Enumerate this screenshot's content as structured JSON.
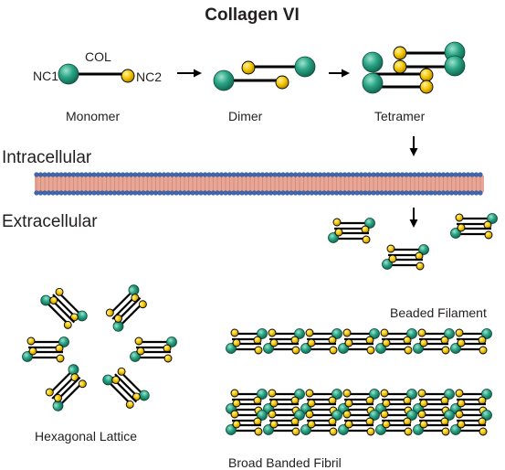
{
  "title": "Collagen VI",
  "labels": {
    "nc1": "NC1",
    "col": "COL",
    "nc2": "NC2",
    "monomer": "Monomer",
    "dimer": "Dimer",
    "tetramer": "Tetramer",
    "intracellular": "Intracellular",
    "extracellular": "Extracellular",
    "beaded_filament": "Beaded Filament",
    "hexagonal_lattice": "Hexagonal Lattice",
    "broad_banded_fibril": "Broad Banded Fibril"
  },
  "colors": {
    "nc1_domain": "#1f9e7f",
    "nc2_domain": "#f5c400",
    "col_helix": "#000000",
    "membrane_head": "#3d68b3",
    "membrane_tail": "#e8a796"
  }
}
